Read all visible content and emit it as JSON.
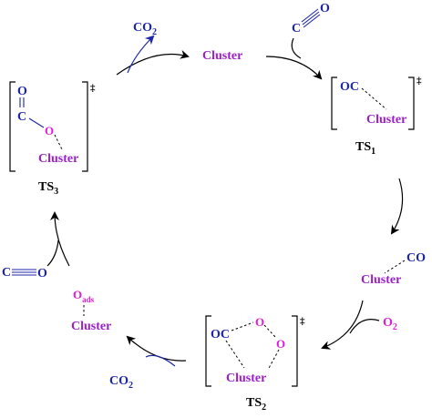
{
  "colors": {
    "cluster": "#9b1fc9",
    "carbon_species": "#1c25a8",
    "oxygen_species": "#e21bd9",
    "ts_label": "#000000"
  },
  "labels": {
    "cluster_top": "Cluster",
    "co2_top": "CO",
    "co2_top_sub": "2",
    "co_in_c": "C",
    "co_in_o": "O",
    "ts1_oc": "OC",
    "ts1_cluster": "Cluster",
    "ts1_dagger": "‡",
    "ts1_label": "TS",
    "ts1_sub": "1",
    "co_ads": "CO",
    "co_ads_cluster": "Cluster",
    "o2": "O",
    "o2_sub": "2",
    "ts2_oc": "OC",
    "ts2_o1": "O",
    "ts2_o2": "O",
    "ts2_cluster": "Cluster",
    "ts2_dagger": "‡",
    "ts2_label": "TS",
    "ts2_sub": "2",
    "co2_bottom": "CO",
    "co2_bottom_sub": "2",
    "o_ads": "O",
    "o_ads_sub": "ads",
    "o_ads_cluster": "Cluster",
    "co_left_c": "C",
    "co_left_o": "O",
    "ts3_o": "O",
    "ts3_c": "C",
    "ts3_o2": "O",
    "ts3_cluster": "Cluster",
    "ts3_dagger": "‡",
    "ts3_label": "TS",
    "ts3_sub": "3"
  }
}
